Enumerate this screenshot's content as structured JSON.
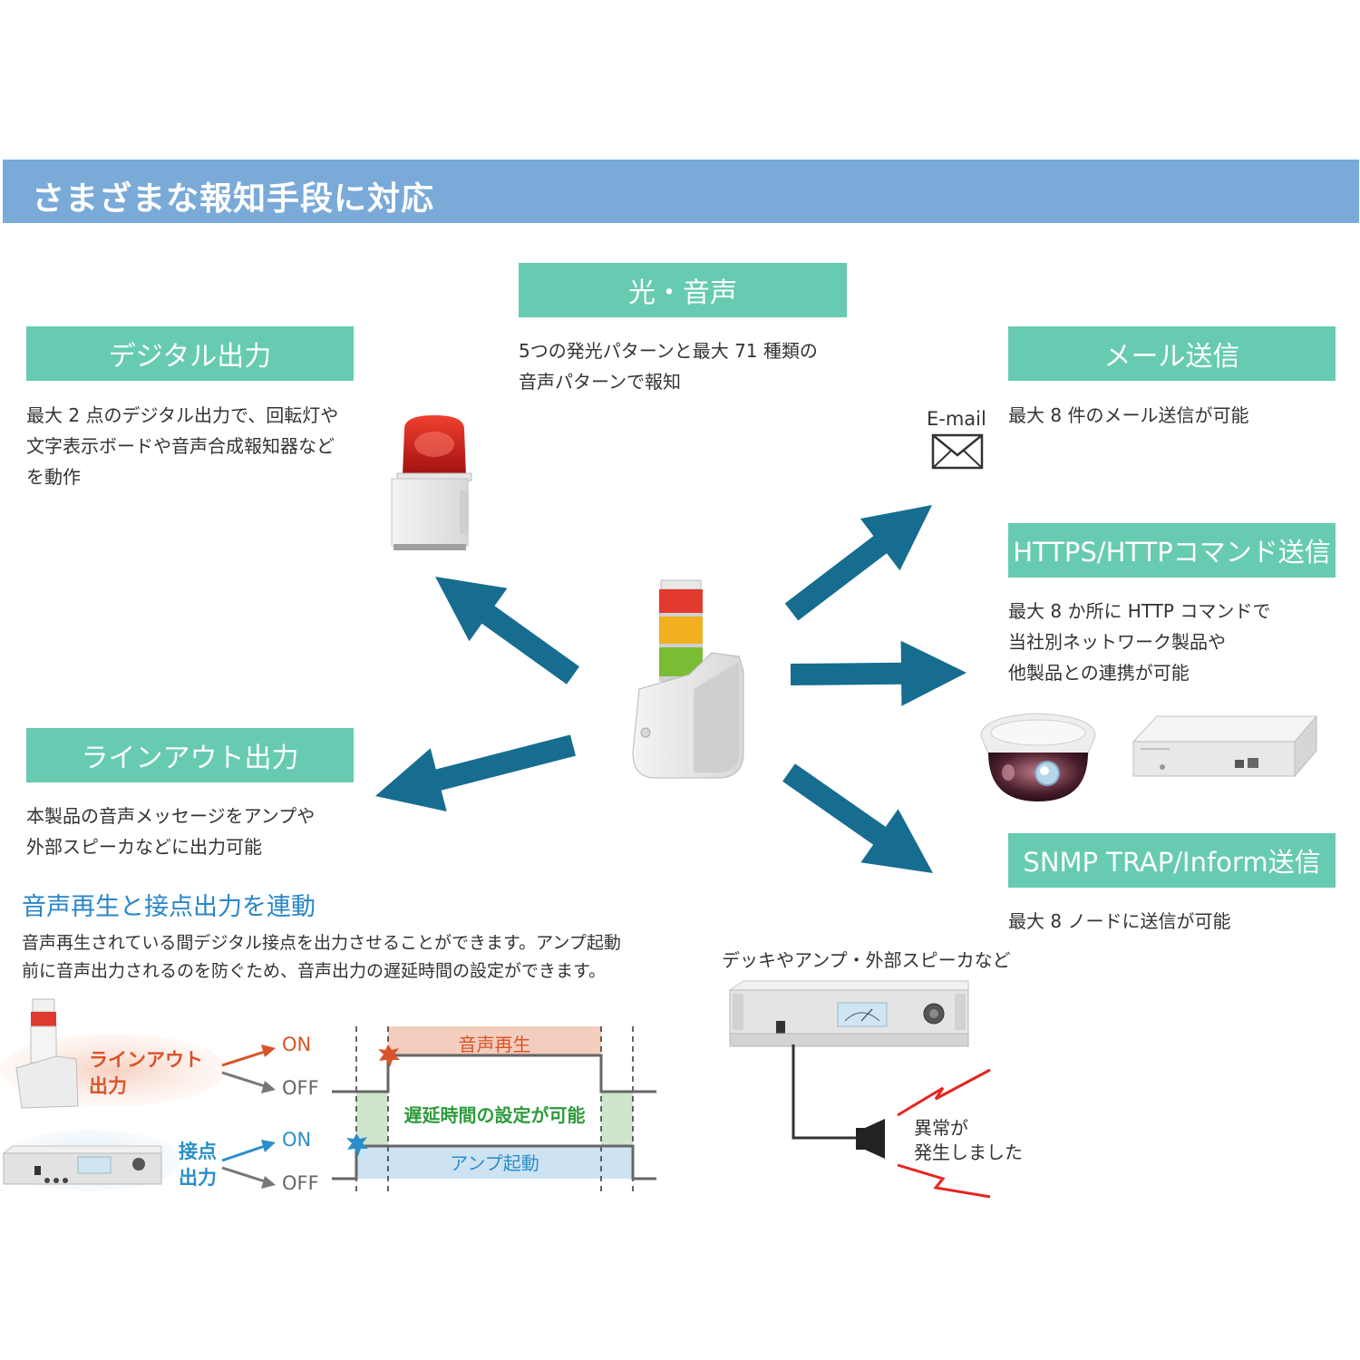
{
  "banner": {
    "title": "さまざまな報知手段に対応"
  },
  "colors": {
    "banner": "#7aaad8",
    "header": "#66cbb1",
    "arrow": "#166d90",
    "lineout_red": "#d9542a",
    "contact_blue": "#2a8fc8",
    "delay_green": "#2e9a3c",
    "subtitle_blue": "#2a86c8"
  },
  "light_sound": {
    "label": "光・音声",
    "desc": [
      "5つの発光パターンと最大 71 種類の",
      "音声パターンで報知"
    ]
  },
  "digital_out": {
    "label": "デジタル出力",
    "desc": [
      "最大 2 点のデジタル出力で、回転灯や",
      "文字表示ボードや音声合成報知器など",
      "を動作"
    ]
  },
  "line_out": {
    "label": "ラインアウト出力",
    "desc": [
      "本製品の音声メッセージをアンプや",
      "外部スピーカなどに出力可能"
    ]
  },
  "mail": {
    "label": "メール送信",
    "icon_text": "E-mail",
    "icon": "envelope-icon",
    "desc": [
      "最大 8 件のメール送信が可能"
    ]
  },
  "http": {
    "label": "HTTPS/HTTPコマンド送信",
    "desc": [
      "最大 8 か所に HTTP コマンドで",
      "当社別ネットワーク製品や",
      "他製品との連携が可能"
    ]
  },
  "snmp": {
    "label": "SNMP TRAP/Inform送信",
    "desc": [
      "最大 8 ノードに送信が可能"
    ]
  },
  "linkage": {
    "title": "音声再生と接点出力を連動",
    "desc": [
      "音声再生されている間デジタル接点を出力させることができます。アンプ起動",
      "前に音声出力されるのを防ぐため、音声出力の遅延時間の設定ができます。"
    ]
  },
  "timing": {
    "lineout_label": [
      "ラインアウト",
      "出力"
    ],
    "contact_label": [
      "接点",
      "出力"
    ],
    "on": "ON",
    "off": "OFF",
    "sound_play": "音声再生",
    "delay": "遅延時間の設定が可能",
    "amp_start": "アンプ起動"
  },
  "deck": {
    "caption": "デッキやアンプ・外部スピーカなど",
    "alert": [
      "異常が",
      "発生しました"
    ]
  }
}
